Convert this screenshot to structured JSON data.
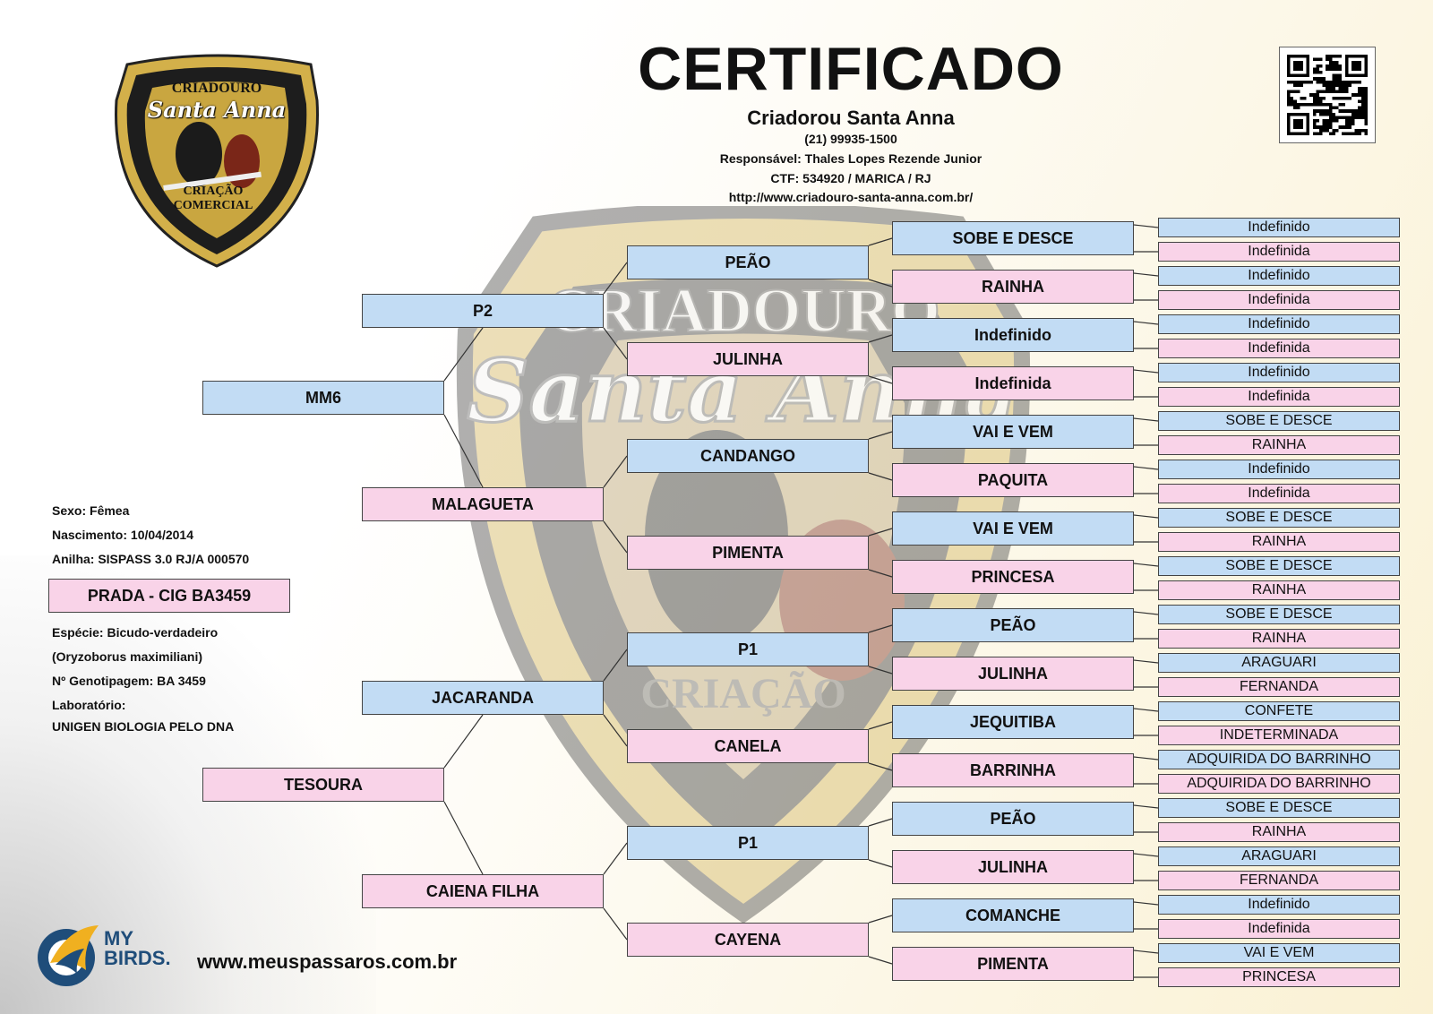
{
  "header": {
    "title": "CERTIFICADO",
    "breeder_name": "Criadorou Santa Anna",
    "phone": "(21) 99935-1500",
    "responsible": "Responsável: Thales Lopes Rezende Junior",
    "ctf": "CTF: 534920 / MARICA / RJ",
    "url": "http://www.criadouro-santa-anna.com.br/"
  },
  "logo": {
    "line1": "CRIADOURO",
    "line2": "Santa Anna",
    "line3": "CRIAÇÃO",
    "line4": "COMERCIAL"
  },
  "bird": {
    "sex": "Sexo: Fêmea",
    "birth": "Nascimento: 10/04/2014",
    "ring": "Anilha: SISPASS 3.0 RJ/A 000570",
    "name": "PRADA - CIG BA3459",
    "species": "Espécie: Bicudo-verdadeiro",
    "species_latin": "(Oryzoborus maximiliani)",
    "genotyping": "Nº Genotipagem: BA 3459",
    "lab_label": "Laboratório:",
    "lab": "UNIGEN BIOLOGIA PELO DNA"
  },
  "pedigree": {
    "gen1": [
      "MM6",
      "TESOURA"
    ],
    "gen2": [
      "P2",
      "MALAGUETA",
      "JACARANDA",
      "CAIENA FILHA"
    ],
    "gen3": [
      "PEÃO",
      "JULINHA",
      "CANDANGO",
      "PIMENTA",
      "P1",
      "CANELA",
      "P1",
      "CAYENA"
    ],
    "gen4": [
      "SOBE E DESCE",
      "RAINHA",
      "Indefinido",
      "Indefinida",
      "VAI E VEM",
      "PAQUITA",
      "VAI E VEM",
      "PRINCESA",
      "PEÃO",
      "JULINHA",
      "JEQUITIBA",
      "BARRINHA",
      "PEÃO",
      "JULINHA",
      "COMANCHE",
      "PIMENTA"
    ],
    "gen5": [
      "Indefinido",
      "Indefinida",
      "Indefinido",
      "Indefinida",
      "Indefinido",
      "Indefinida",
      "Indefinido",
      "Indefinida",
      "SOBE E DESCE",
      "RAINHA",
      "Indefinido",
      "Indefinida",
      "SOBE E DESCE",
      "RAINHA",
      "SOBE E DESCE",
      "RAINHA",
      "SOBE E DESCE",
      "RAINHA",
      "ARAGUARI",
      "FERNANDA",
      "CONFETE",
      "INDETERMINADA",
      "ADQUIRIDA DO BARRINHO",
      "ADQUIRIDA DO BARRINHO",
      "SOBE E DESCE",
      "RAINHA",
      "ARAGUARI",
      "FERNANDA",
      "Indefinido",
      "Indefinida",
      "VAI E VEM",
      "PRINCESA"
    ]
  },
  "footer": {
    "brand_line1": "MY",
    "brand_line2": "BIRDS.",
    "website": "www.meuspassaros.com.br"
  },
  "colors": {
    "male": "#c2dcf4",
    "female": "#f9d3e8"
  }
}
